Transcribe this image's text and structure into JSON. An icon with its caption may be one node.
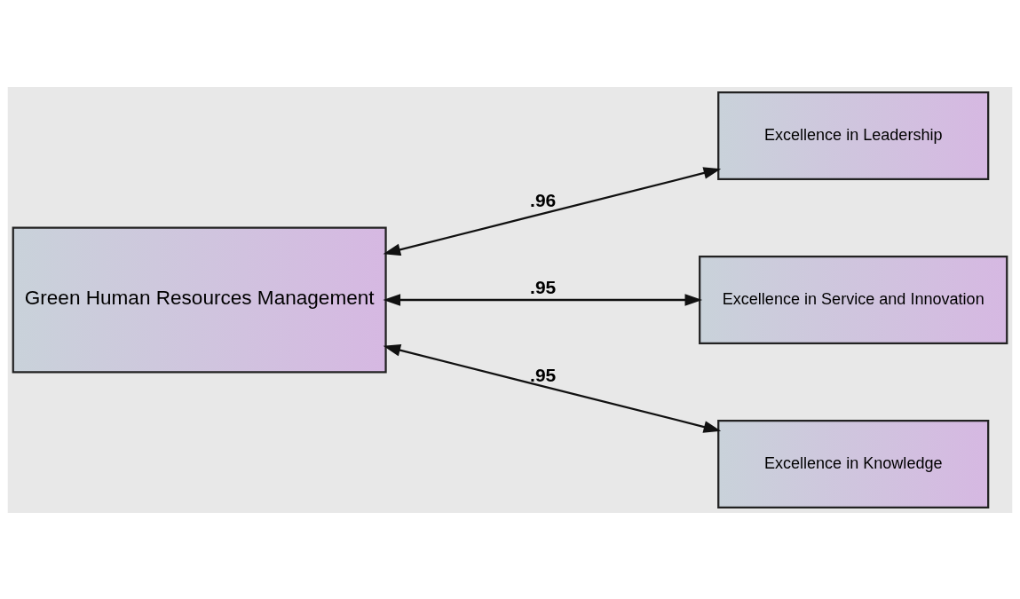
{
  "diagram": {
    "nodes": [
      {
        "text": [
          "Green Human Resources Management"
        ]
      },
      {
        "text": [
          "Excellence in Leadership"
        ]
      },
      {
        "text": [
          "Excellence in Service and Innovation"
        ]
      },
      {
        "text": [
          "Excellence in Knowledge"
        ]
      }
    ],
    "edges": [
      {
        "from": 0,
        "to": 1,
        "arrow": "both",
        "label": ".96"
      },
      {
        "from": 0,
        "to": 2,
        "arrow": "both",
        "label": ".95"
      },
      {
        "from": 0,
        "to": 3,
        "arrow": "both",
        "label": ".95"
      }
    ]
  }
}
